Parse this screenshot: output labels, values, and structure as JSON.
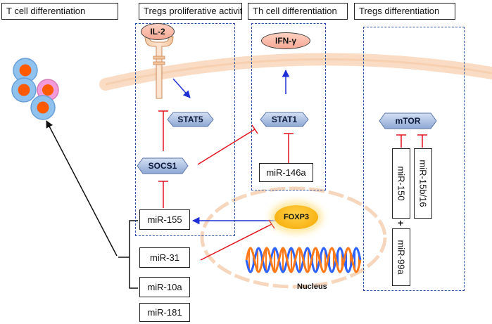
{
  "headers": {
    "t_cell": "T cell differentiation",
    "tregs_prolif": "Tregs proliferative activity",
    "th_cell": "Th cell differentiation",
    "tregs_diff": "Tregs differentiation"
  },
  "molecules": {
    "il2": "IL-2",
    "ifng": "IFN-γ",
    "stat5": "STAT5",
    "stat1": "STAT1",
    "socs1": "SOCS1",
    "mtor": "mTOR",
    "foxp3": "FOXP3"
  },
  "mirnas": {
    "mir155": "miR-155",
    "mir146a": "miR-146a",
    "mir31": "miR-31",
    "mir10a": "miR-10a",
    "mir181": "miR-181",
    "mir150": "miR-150",
    "mir15b16": "miR-15b/16",
    "mir99a": "miR-99a"
  },
  "labels": {
    "nucleus": "Nucleus",
    "plus": "+"
  },
  "colors": {
    "activation_arrow": "#1f2fd6",
    "inhibition": "#e0141e",
    "dashed_box": "#2a4fa0",
    "membrane": "#f7d2b4",
    "hexagon_fill": "#a9bde0",
    "cell_blue": "#8fc2ee",
    "cell_pink": "#f39ad9",
    "cell_nucleus": "#ff5a00",
    "dna_blue": "#2f63ff",
    "dna_orange": "#ff7a1a"
  },
  "icons": [
    "t-cells-icon",
    "il2-receptor-icon",
    "dna-helix-icon",
    "cell-membrane-icon",
    "nuclear-envelope-icon"
  ]
}
